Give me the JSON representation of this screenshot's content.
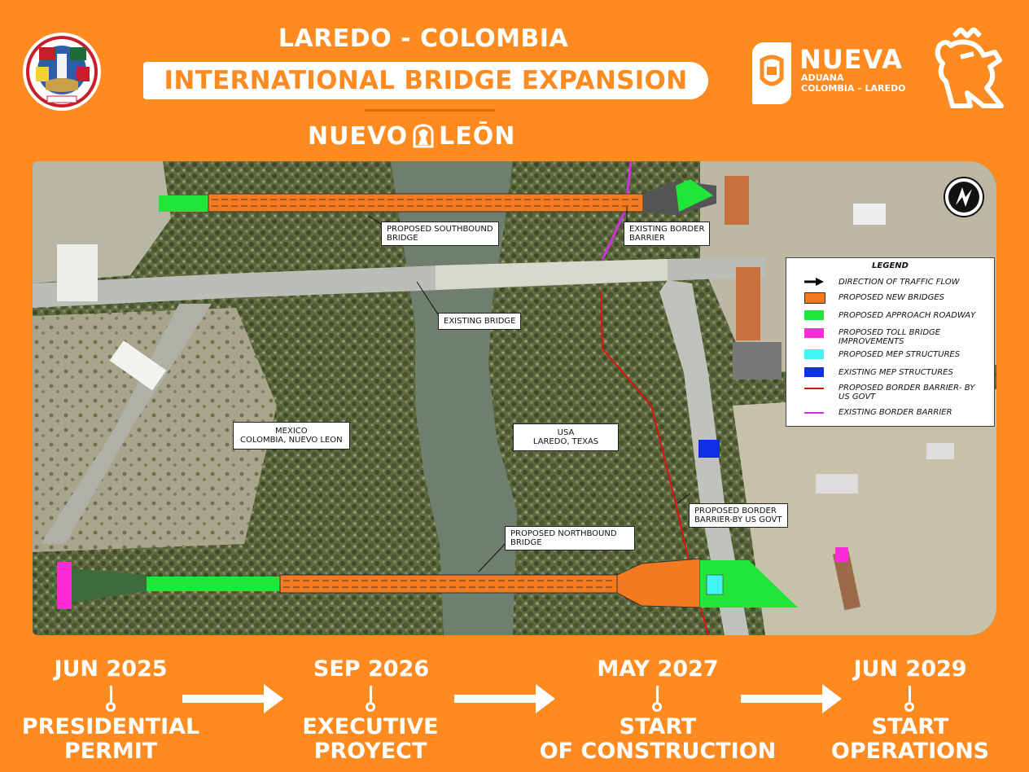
{
  "header": {
    "title_line1": "LAREDO - COLOMBIA",
    "title_line2": "INTERNATIONAL BRIDGE EXPANSION",
    "state_logo_left": "NUEVO",
    "state_logo_right": "LEŌN",
    "aduana_name": "NUEVA",
    "aduana_sub1": "ADUANA",
    "aduana_sub2": "COLOMBIA – LAREDO",
    "seal_icon": "laredo-city-seal-icon",
    "lion_icon": "nuevo-leon-lion-icon"
  },
  "map": {
    "callouts": {
      "southbound": [
        "PROPOSED SOUTHBOUND",
        "BRIDGE"
      ],
      "existing_barrier": [
        "EXISTING BORDER",
        "BARRIER"
      ],
      "existing_bridge": [
        "EXISTING BRIDGE"
      ],
      "mexico": [
        "MEXICO",
        "COLOMBIA, NUEVO LEON"
      ],
      "usa": [
        "USA",
        "LAREDO, TEXAS"
      ],
      "proposed_barrier": [
        "PROPOSED BORDER",
        "BARRIER-BY US GOVT"
      ],
      "northbound": [
        "PROPOSED NORTHBOUND",
        "BRIDGE"
      ]
    },
    "north_arrow_icon": "north-arrow-icon",
    "legend": {
      "title": "LEGEND",
      "items": [
        {
          "label": "DIRECTION OF TRAFFIC FLOW",
          "kind": "arrow",
          "color": "#000000"
        },
        {
          "label": "PROPOSED NEW BRIDGES",
          "kind": "box",
          "color": "#F47A20"
        },
        {
          "label": "PROPOSED APPROACH ROADWAY",
          "kind": "box",
          "color": "#22E53A"
        },
        {
          "label": "PROPOSED TOLL BRIDGE IMPROVEMENTS",
          "kind": "box",
          "color": "#FF2BD6"
        },
        {
          "label": "PROPOSED MEP STRUCTURES",
          "kind": "box",
          "color": "#43F5F2"
        },
        {
          "label": "EXISTING MEP STRUCTURES",
          "kind": "box",
          "color": "#1030E8"
        },
        {
          "label": "PROPOSED BORDER BARRIER- BY US GOVT",
          "kind": "line",
          "color": "#E01010"
        },
        {
          "label": "EXISTING BORDER BARRIER",
          "kind": "line",
          "color": "#D030E0"
        }
      ]
    }
  },
  "timeline": [
    {
      "date": "JUN 2025",
      "line1": "PRESIDENTIAL",
      "line2": "PERMIT"
    },
    {
      "date": "SEP 2026",
      "line1": "EXECUTIVE",
      "line2": "PROYECT"
    },
    {
      "date": "MAY 2027",
      "line1": "START",
      "line2": "OF CONSTRUCTION"
    },
    {
      "date": "JUN 2029",
      "line1": "START",
      "line2": "OPERATIONS"
    }
  ]
}
